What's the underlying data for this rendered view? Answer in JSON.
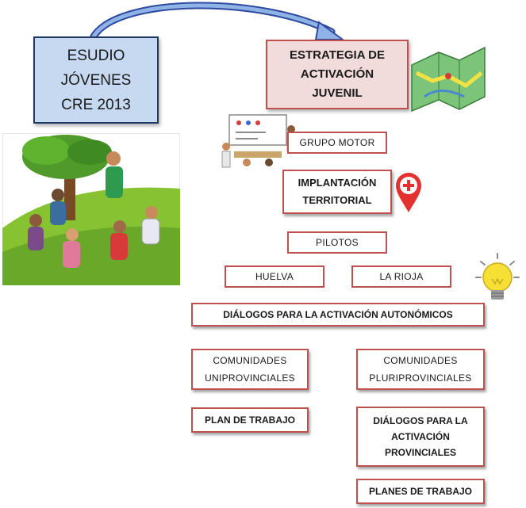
{
  "study": {
    "text": "ESUDIO\nJÓVENES\nCRE 2013"
  },
  "strategy": {
    "text": "ESTRATEGIA DE\nACTIVACIÓN\nJUVENIL"
  },
  "nodes": {
    "grupo_motor": "GRUPO MOTOR",
    "implantacion": "IMPLANTACIÓN\nTERRITORIAL",
    "pilotos": "PILOTOS",
    "huelva": "HUELVA",
    "la_rioja": "LA RIOJA",
    "dialogos_autonomicos": "DIÁLOGOS PARA LA ACTIVACIÓN AUTONÓMICOS",
    "comunidades_uni": "COMUNIDADES\nUNIPROVINCIALES",
    "comunidades_pluri": "COMUNIDADES\nPLURIPROVINCIALES",
    "plan_trabajo": "PLAN DE TRABAJO",
    "dialogos_provinciales": "DIÁLOGOS PARA LA\nACTIVACIÓN\nPROVINCIALES",
    "planes_trabajo": "PLANES DE TRABAJO"
  },
  "colors": {
    "study_fill": "#c6d9f1",
    "study_border": "#1f3864",
    "strategy_fill": "#f2dcdb",
    "node_border": "#c0504d",
    "arrow": "#2e4a9e"
  },
  "icons": [
    "group-illustration",
    "map-illustration",
    "meeting-illustration",
    "location-pin-icon",
    "light-bulb-icon"
  ]
}
